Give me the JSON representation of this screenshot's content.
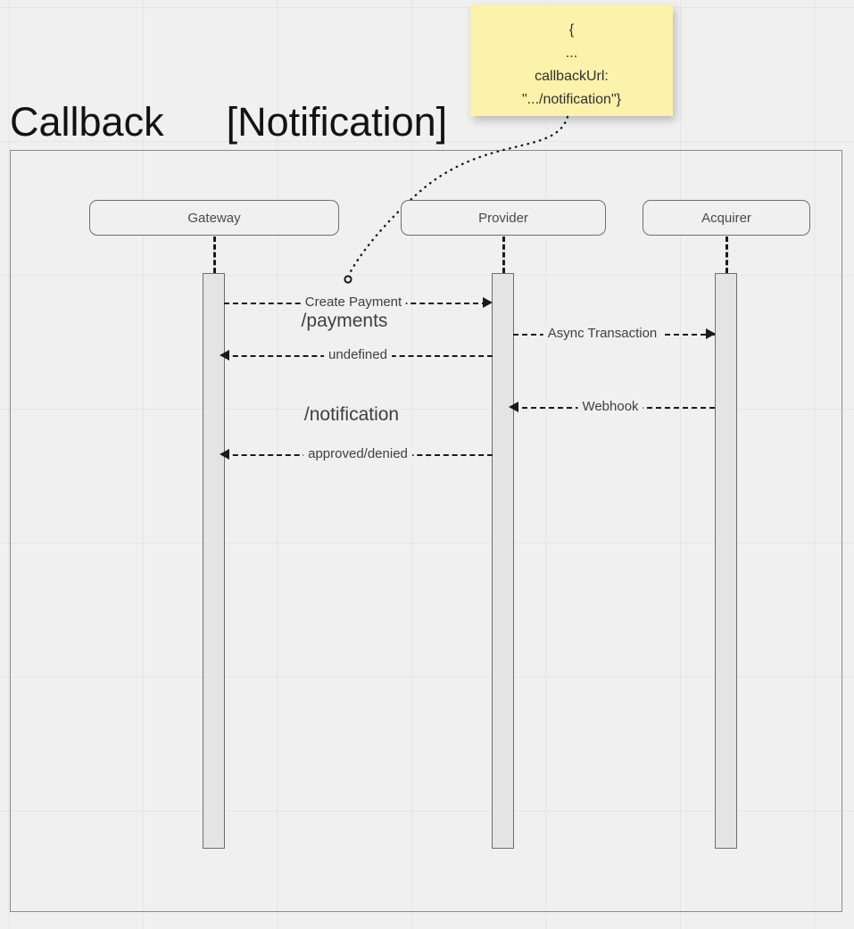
{
  "title": {
    "fragment_name": "Callback",
    "fragment_condition": "[Notification]"
  },
  "note": {
    "name": "callback-url-note",
    "lines": [
      "{",
      "...",
      "callbackUrl:",
      "\".../notification\"}"
    ],
    "background_color": "#fbf2ab"
  },
  "participants": [
    {
      "id": "gateway",
      "label": "Gateway"
    },
    {
      "id": "provider",
      "label": "Provider"
    },
    {
      "id": "acquirer",
      "label": "Acquirer"
    }
  ],
  "messages": [
    {
      "id": "create-payment",
      "label": "Create Payment",
      "sublabel": "/payments",
      "from": "gateway",
      "to": "provider",
      "direction": "right",
      "style": "dashed"
    },
    {
      "id": "async-transaction",
      "label": "Async Transaction",
      "sublabel": "",
      "from": "provider",
      "to": "acquirer",
      "direction": "right",
      "style": "dashed"
    },
    {
      "id": "undefined-return",
      "label": "undefined",
      "sublabel": "",
      "from": "provider",
      "to": "gateway",
      "direction": "left",
      "style": "dashed"
    },
    {
      "id": "webhook",
      "label": "Webhook",
      "sublabel": "",
      "from": "acquirer",
      "to": "provider",
      "direction": "left",
      "style": "dashed"
    },
    {
      "id": "notification-callback",
      "label": "approved/denied",
      "sublabel": "/notification",
      "from": "provider",
      "to": "gateway",
      "direction": "left",
      "style": "dashed"
    }
  ],
  "colors": {
    "background": "#f0f0f0",
    "frame_border": "#8a8a8a",
    "participant_border": "#6e6e6e",
    "activation_fill": "#e4e4e4",
    "line": "#1a1a1a",
    "text": "#3f3f3f",
    "note_fill": "#fbf2ab"
  }
}
